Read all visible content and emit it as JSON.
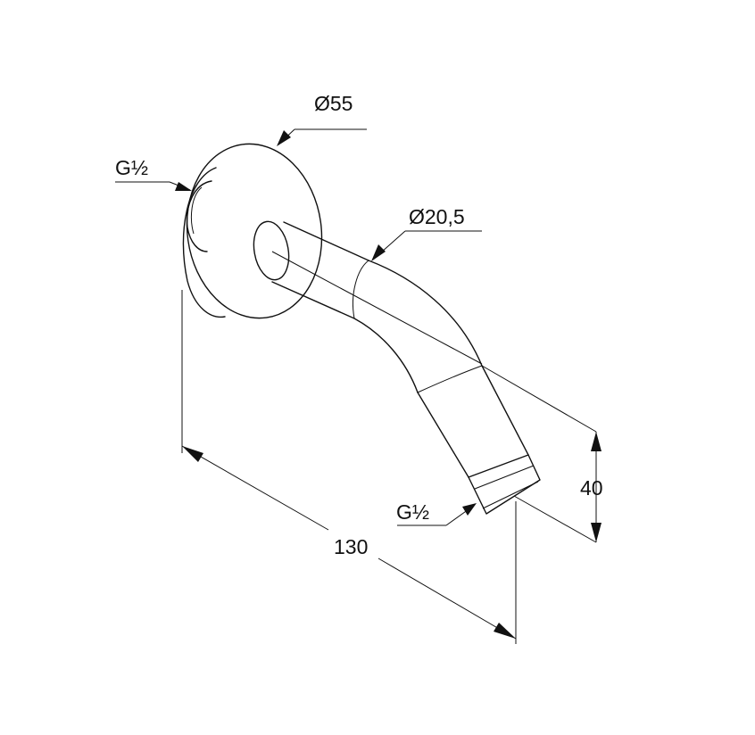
{
  "dimensions": {
    "thread_left": "G½",
    "rosette_diameter": "Ø55",
    "arm_diameter": "Ø20,5",
    "thread_right": "G½",
    "length": "130",
    "height": "40"
  }
}
